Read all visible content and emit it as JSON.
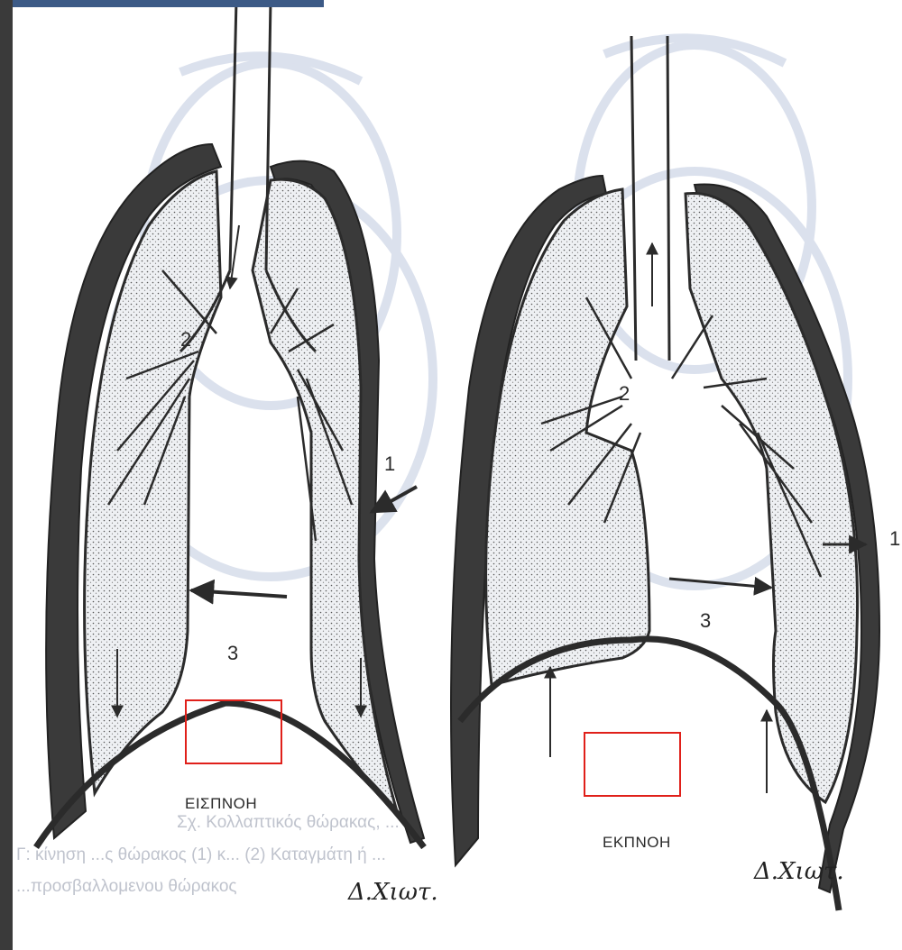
{
  "labels": {
    "left": {
      "chest_wall": "1",
      "bronchus": "2",
      "pleural_space": "3",
      "title": "ΕΙΣΠΝΟΗ",
      "signature": "Δ.Χιωτ."
    },
    "right": {
      "chest_wall": "1",
      "bronchus": "2",
      "pleural_space": "3",
      "title": "ΕΚΠΝΟΗ",
      "signature": "Δ.Χιωτ."
    }
  },
  "caption": {
    "line1": "Σχ. Κολλαπτικός θώρακας, ...",
    "line2": "Γ: κίνηση ...ς θώρακος (1) κ... (2) Καταγμάτη ή ...",
    "line3": "...προσβαλλομενου θώρακος"
  },
  "colors": {
    "outline": "#2b2b2b",
    "lung_fill": "#e9ecef",
    "highlight": "#e0201a",
    "bg_ribs": "#c9d2e4"
  }
}
